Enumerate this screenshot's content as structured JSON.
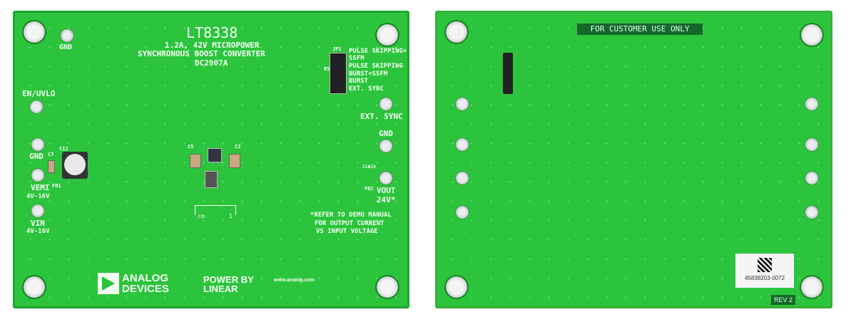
{
  "front": {
    "part": "LT8338",
    "subtitle1": "1.2A, 42V MICROPOWER",
    "subtitle2": "SYNCHRONOUS BOOST CONVERTER",
    "board_id": "DC2907A",
    "jumper": {
      "name": "JP1",
      "resistor": "R5",
      "options": [
        "PULSE SKIPPING+",
        "SSFM",
        "PULSE SKIPPING",
        "BURST+SSFM",
        "BURST",
        "EXT. SYNC"
      ]
    },
    "labels": {
      "gnd_top": "GND",
      "en_uvlo": "EN/UVLO",
      "gnd_left": "GND",
      "c7": "C7",
      "c12": "C12",
      "fb1": "FB1",
      "vemi": "VEMI",
      "vemi_range": "4V-16V",
      "vin": "VIN",
      "vin_range": "4V-16V",
      "ext_sync": "EXT. SYNC",
      "gnd_right": "GND",
      "vout": "VOUT",
      "vout_value": "24V*",
      "c5": "C5",
      "c3": "C3",
      "c14": "C14",
      "c15": "C15",
      "fb2": "FB2"
    },
    "ruler": {
      "unit": "cm",
      "mark": "1"
    },
    "note": [
      "*REFER TO DEMO MANUAL",
      "FOR OUTPUT CURRENT",
      "VS INPUT VOLTAGE"
    ],
    "logo_ad": "ANALOG DEVICES",
    "logo_linear": "POWER BY LINEAR",
    "website": "www.analog.com"
  },
  "back": {
    "banner": "FOR CUSTOMER USE ONLY",
    "serial": "45838203-0072",
    "revision": "REV 2"
  },
  "colors": {
    "pcb": "#2bc43c",
    "silkscreen": "#f4fff4"
  }
}
